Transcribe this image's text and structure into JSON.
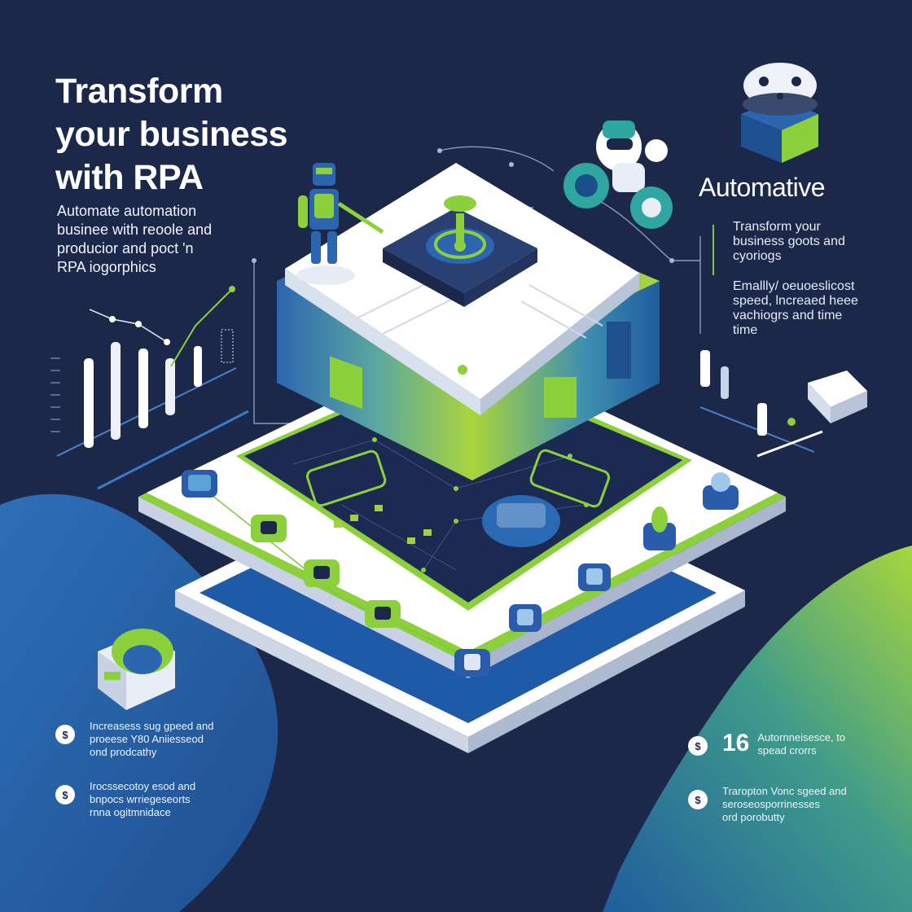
{
  "header": {
    "title_lines": [
      "Transform",
      "your business",
      "with RPA"
    ],
    "subtitle_lines": [
      "Automate automation",
      "busineе with reoole and",
      "producior and poct 'n",
      "RPA iogorphics"
    ]
  },
  "right_panel": {
    "title": "Automative",
    "block1": [
      "Transform your",
      "business goots and",
      "cyoriogs"
    ],
    "block2": [
      "Emallly/ oeuoeslicost",
      "speed, lncreaed heee",
      "vachiogrs and time",
      "time"
    ]
  },
  "notes_left": [
    {
      "icon": "$",
      "lines": [
        "Increasess sug gpeed and",
        "proeese Y80 Aniiesseod",
        "ond prodcathy"
      ]
    },
    {
      "icon": "$",
      "lines": [
        "Irocssecotoy esod and",
        "bnpocs wrriegeseorts",
        "rnna ogitmnidace"
      ]
    }
  ],
  "notes_right": [
    {
      "icon": "$",
      "number": "16",
      "lines": [
        "Autornneisesce, to",
        "spead crorrs"
      ]
    },
    {
      "icon": "$",
      "lines": [
        "Traropton Vonc sgeed and",
        "seroseosporrinesses",
        "ord porobutty"
      ]
    }
  ],
  "colors": {
    "background": "#1b284a",
    "accent_green": "#8cd13c",
    "accent_blue": "#2e6bb5",
    "white": "#ffffff"
  }
}
